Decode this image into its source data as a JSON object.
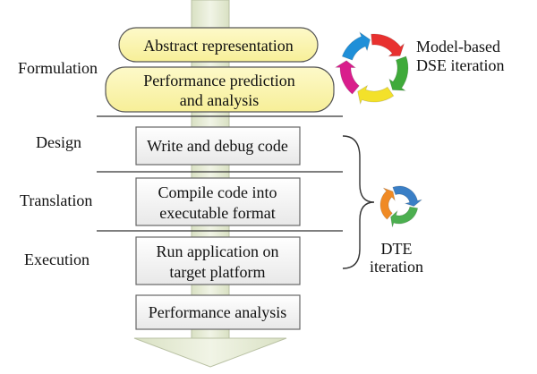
{
  "phases": {
    "formulation": "Formulation",
    "design": "Design",
    "translation": "Translation",
    "execution": "Execution"
  },
  "steps": {
    "abstract": "Abstract representation",
    "perf_pred_l1": "Performance prediction",
    "perf_pred_l2": "and analysis",
    "write_debug": "Write and debug code",
    "compile_l1": "Compile code into",
    "compile_l2": "executable format",
    "run_l1": "Run application on",
    "run_l2": "target platform",
    "perf_analysis": "Performance analysis"
  },
  "iterations": {
    "model_l1": "Model-based",
    "model_l2": "DSE iteration",
    "dte_l1": "DTE",
    "dte_l2": "iteration"
  },
  "colors": {
    "yellow_box": "#fbf6b4",
    "gray_box": "#f2f2f2",
    "arrow_fill": "#e5ebd3",
    "cycle_red": "#e8312f",
    "cycle_green": "#3faa3a",
    "cycle_yellow": "#f3e12a",
    "cycle_magenta": "#d91d8c",
    "cycle_blue": "#1f8fd8",
    "dte_blue": "#3a7fc6",
    "dte_green": "#4caf50",
    "dte_orange": "#f08a24"
  }
}
